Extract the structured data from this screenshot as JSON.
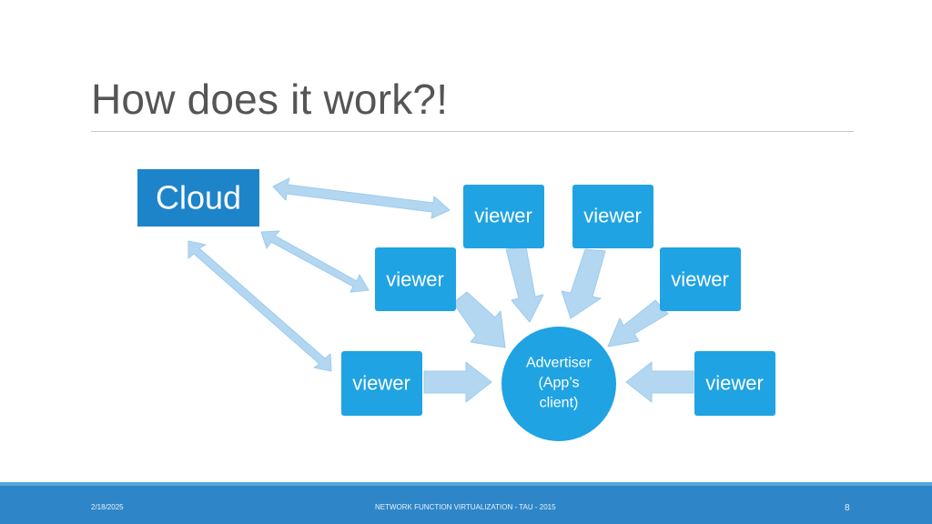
{
  "slide": {
    "title": "How does it work?!",
    "footer": {
      "date": "2/18/2025",
      "center": "NETWORK FUNCTION VIRTUALIZATION - TAU - 2015",
      "page": "8"
    }
  },
  "diagram": {
    "cloud_label": "Cloud",
    "viewer_label": "viewer",
    "advertiser_lines": [
      "Advertiser",
      "(App’s",
      "client)"
    ]
  },
  "colors": {
    "box_fill": "#1fa3e3",
    "cloud_fill": "#1e84c9",
    "arrow_fill": "#b3d7f1",
    "arrow_stroke": "#9ccbee",
    "footer": "#2e86c8"
  }
}
